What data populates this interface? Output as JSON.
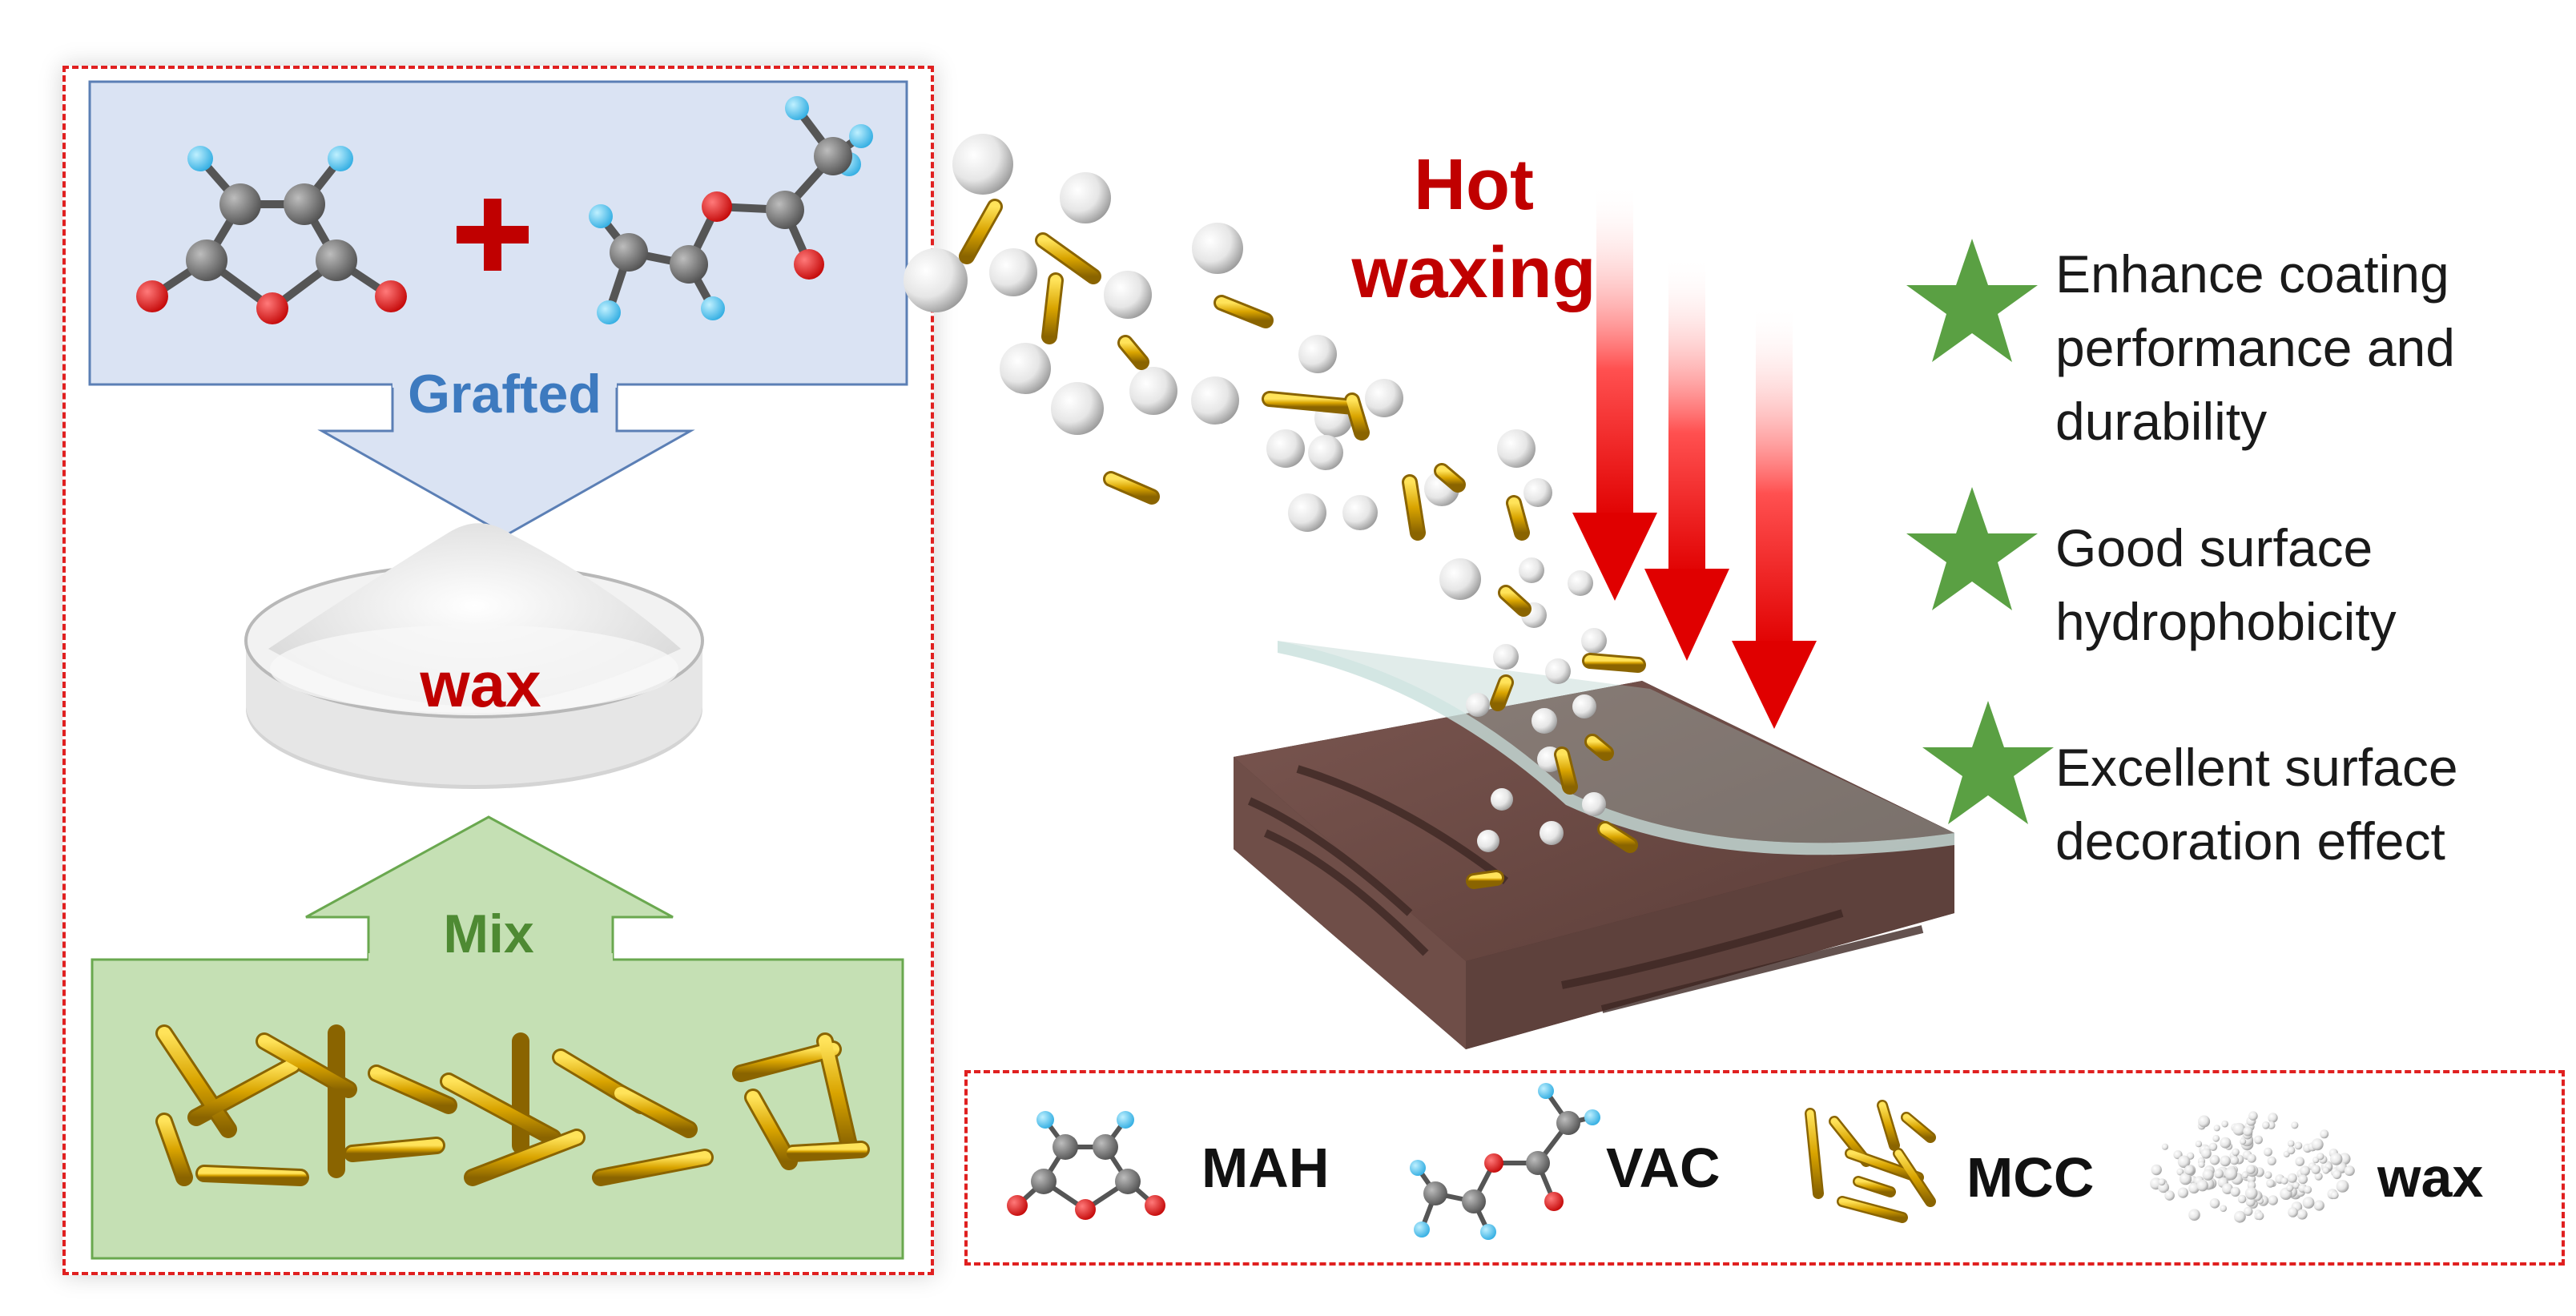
{
  "grafted_label": "Grafted",
  "wax_label": "wax",
  "mix_label": "Mix",
  "hot_waxing": [
    "Hot",
    "waxing"
  ],
  "benefits": [
    [
      "Enhance coating",
      "performance and",
      "durability"
    ],
    [
      "Good surface",
      "hydrophobicity"
    ],
    [
      "Excellent surface",
      "decoration effect"
    ]
  ],
  "legend": {
    "mah": "MAH",
    "vac": "VAC",
    "mcc": "MCC",
    "wax": "wax"
  },
  "colors": {
    "red_text": "#c00000",
    "grafted_blue": "#3d7abf",
    "mix_green": "#4e8a33",
    "star_green": "#5aa043",
    "blue_box": "#dae3f3",
    "green_box": "#c5e0b4",
    "gold_rod": "#d9a400",
    "wood": "#6b4a44"
  },
  "icons": [
    "mah-molecule-icon",
    "vac-molecule-icon",
    "mcc-rods-icon",
    "wax-particles-icon",
    "star-icon",
    "down-arrow-icon",
    "plus-icon"
  ]
}
